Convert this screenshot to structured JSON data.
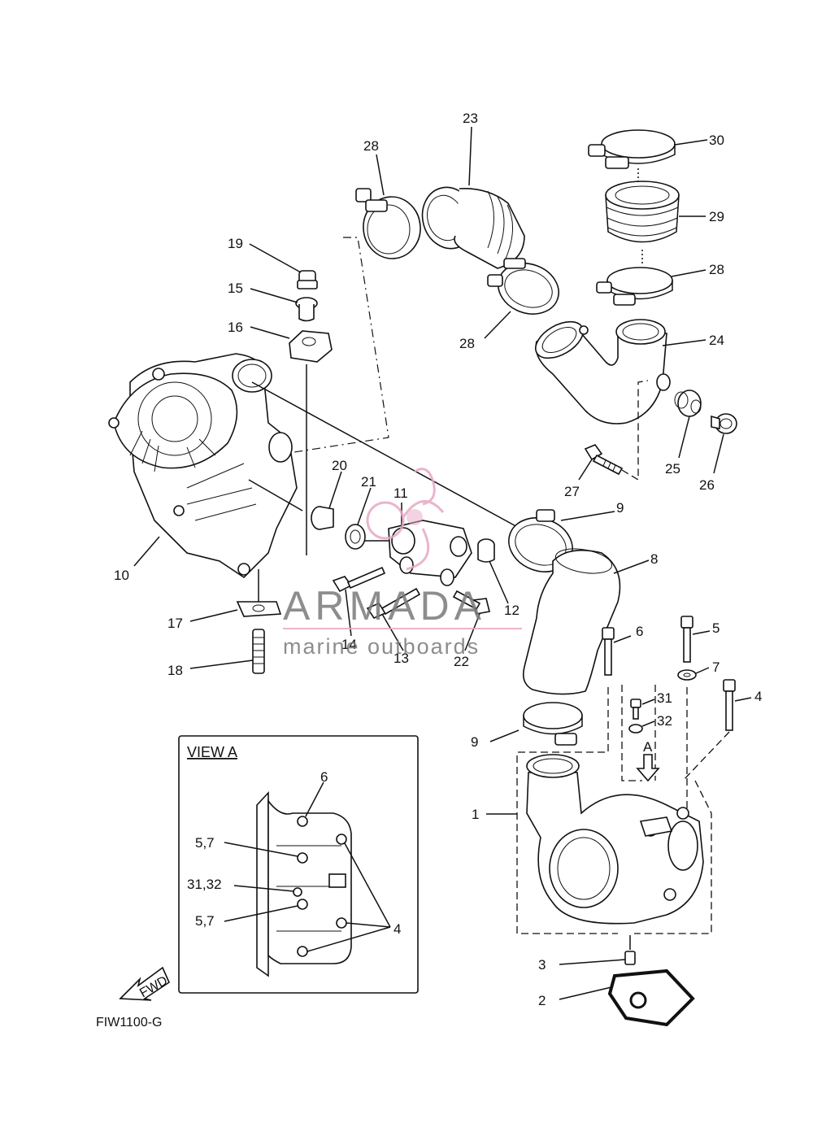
{
  "callouts": [
    {
      "id": "1",
      "text": "1"
    },
    {
      "id": "2",
      "text": "2"
    },
    {
      "id": "3",
      "text": "3"
    },
    {
      "id": "4",
      "text": "4"
    },
    {
      "id": "5",
      "text": "5"
    },
    {
      "id": "6",
      "text": "6"
    },
    {
      "id": "7",
      "text": "7"
    },
    {
      "id": "8",
      "text": "8"
    },
    {
      "id": "9a",
      "text": "9"
    },
    {
      "id": "9b",
      "text": "9"
    },
    {
      "id": "10",
      "text": "10"
    },
    {
      "id": "11",
      "text": "11"
    },
    {
      "id": "12",
      "text": "12"
    },
    {
      "id": "13",
      "text": "13"
    },
    {
      "id": "14",
      "text": "14"
    },
    {
      "id": "15",
      "text": "15"
    },
    {
      "id": "16",
      "text": "16"
    },
    {
      "id": "17",
      "text": "17"
    },
    {
      "id": "18",
      "text": "18"
    },
    {
      "id": "19",
      "text": "19"
    },
    {
      "id": "20",
      "text": "20"
    },
    {
      "id": "21",
      "text": "21"
    },
    {
      "id": "22",
      "text": "22"
    },
    {
      "id": "23",
      "text": "23"
    },
    {
      "id": "24",
      "text": "24"
    },
    {
      "id": "25",
      "text": "25"
    },
    {
      "id": "26",
      "text": "26"
    },
    {
      "id": "27",
      "text": "27"
    },
    {
      "id": "28a",
      "text": "28"
    },
    {
      "id": "28b",
      "text": "28"
    },
    {
      "id": "28c",
      "text": "28"
    },
    {
      "id": "29",
      "text": "29"
    },
    {
      "id": "30",
      "text": "30"
    },
    {
      "id": "31",
      "text": "31"
    },
    {
      "id": "32",
      "text": "32"
    }
  ],
  "view_a": {
    "title": "VIEW A",
    "labels": {
      "l6": "6",
      "l57a": "5,7",
      "l3132": "31,32",
      "l57b": "5,7",
      "l4": "4"
    }
  },
  "arrow_a_label": "A",
  "fwd_label": "FWD",
  "diagram_code": "FIW1100-G",
  "watermark": {
    "brand": "ARMADA",
    "tagline": "marine outboards"
  },
  "colors": {
    "ink": "#111111",
    "watermark_gray": "#7a7a7a",
    "watermark_pink": "#e7a8c4"
  }
}
